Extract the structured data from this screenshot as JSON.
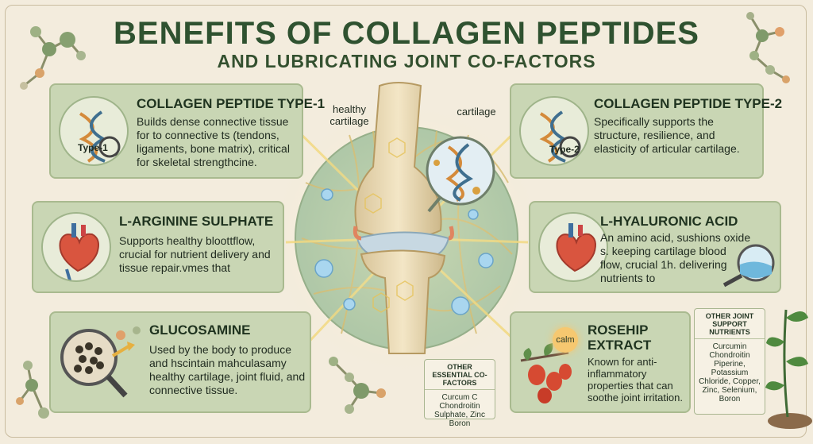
{
  "title": "BENEFITS OF COLLAGEN PEPTIDES",
  "subtitle": "AND LUBRICATING JOINT CO-FACTORS",
  "center": {
    "label_left": "healthy cartilage",
    "label_right": "cartilage"
  },
  "cards": {
    "type1": {
      "title": "COLLAGEN PEPTIDE TYPE-1",
      "icon_label": "Type-1",
      "body": "Builds dense connective tissue for to connective ts (tendons, ligaments, bone matrix), critical for skeletal strengthcine."
    },
    "type2": {
      "title": "COLLAGEN PEPTIDE TYPE-2",
      "icon_label": "Type-2",
      "body": "Specifically supports the structure, resilience, and elasticity of articular cartilage."
    },
    "arginine": {
      "title": "L-ARGININE SULPHATE",
      "body": "Supports healthy bloottflow, crucial for nutrient delivery and tissue repair.vmes that"
    },
    "hyaluronic": {
      "title": "L-HYALURONIC ACID",
      "body": "An amino acid, sushions oxide s. keeping cartilage blood flow, crucial 1h. delivering nutrients to"
    },
    "glucosamine": {
      "title": "GLUCOSAMINE",
      "body": "Used by the body to produce and hscintain mahculasamy healthy cartilage, joint fluid, and connective tissue."
    },
    "rosehip": {
      "title": "ROSEHIP EXTRACT",
      "badge": "calm",
      "body": "Known for anti-inflammatory properties that can soothe joint irritation."
    }
  },
  "callouts": {
    "essential": {
      "heading": "OTHER ESSENTIAL CO-FACTORS",
      "items": "Curcum C Chondroitin Sulphate, Zinc Boron"
    },
    "support": {
      "heading": "OTHER JOINT SUPPORT NUTRIENTS",
      "items": "Curcumin Chondroitin Piperine, Potassium Chloride, Copper, Zinc, Selenium, Boron"
    }
  },
  "colors": {
    "card_bg": "#c9d6b4",
    "title_green": "#2f5230",
    "background": "#f3ecdd",
    "accent_gold": "#e6b040"
  }
}
